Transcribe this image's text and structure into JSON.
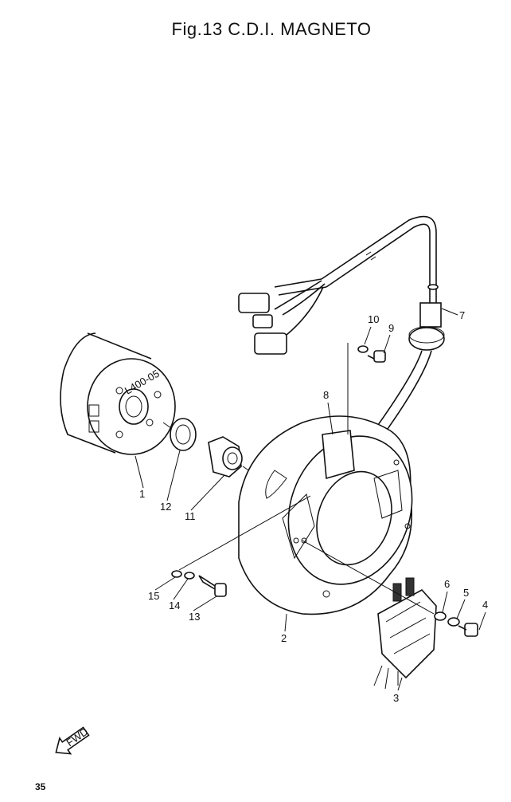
{
  "title": "Fig.13  C.D.I. MAGNETO",
  "page_number": "35",
  "fwd_label": "FWD",
  "rotor_marking": "L400-05",
  "callouts": [
    {
      "id": "1",
      "label": "1"
    },
    {
      "id": "2",
      "label": "2"
    },
    {
      "id": "3",
      "label": "3"
    },
    {
      "id": "4",
      "label": "4"
    },
    {
      "id": "5",
      "label": "5"
    },
    {
      "id": "6",
      "label": "6"
    },
    {
      "id": "7",
      "label": "7"
    },
    {
      "id": "8",
      "label": "8"
    },
    {
      "id": "9",
      "label": "9"
    },
    {
      "id": "10",
      "label": "10"
    },
    {
      "id": "11",
      "label": "11"
    },
    {
      "id": "12",
      "label": "12"
    },
    {
      "id": "13",
      "label": "13"
    },
    {
      "id": "14",
      "label": "14"
    },
    {
      "id": "15",
      "label": "15"
    }
  ]
}
